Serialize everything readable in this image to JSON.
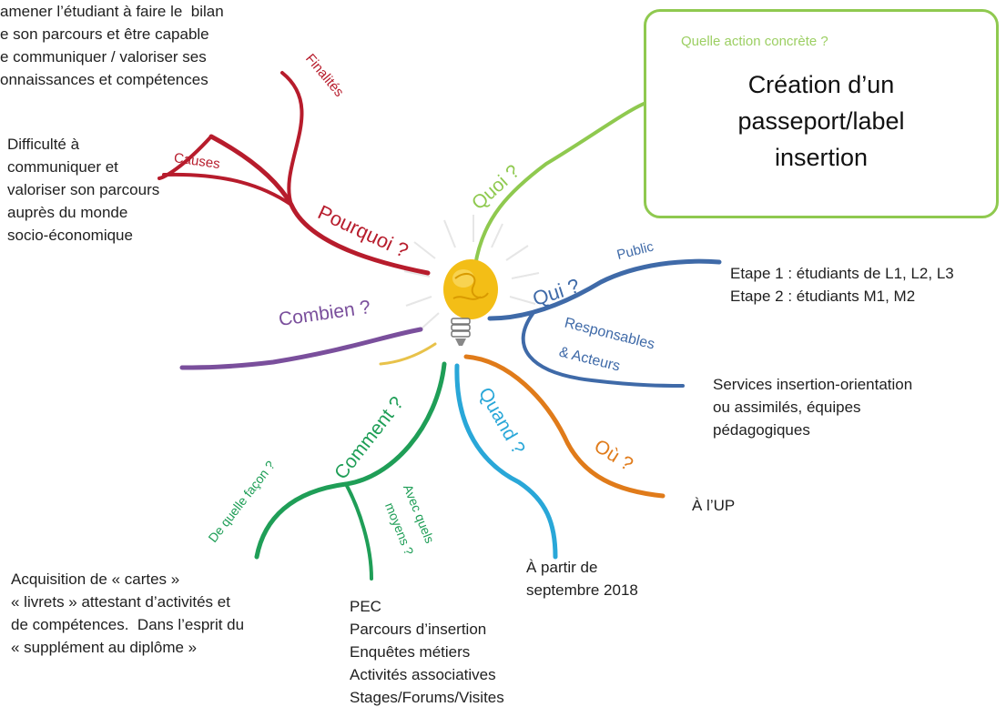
{
  "colors": {
    "pourquoi": "#b71c2c",
    "quoi": "#8fc94f",
    "qui": "#3f6aa8",
    "combien": "#7a4f9c",
    "comment": "#1f9e57",
    "quand": "#29a7d8",
    "ou": "#e07b1a"
  },
  "center_icon": "lightbulb-icon",
  "branches": {
    "pourquoi": {
      "label": "Pourquoi ?",
      "sub1": "Finalités",
      "sub2": "Causes"
    },
    "quoi": {
      "label": "Quoi ?"
    },
    "qui": {
      "label": "Qui ?",
      "sub1": "Public",
      "sub2a": "Responsables",
      "sub2b": "& Acteurs"
    },
    "combien": {
      "label": "Combien ?"
    },
    "comment": {
      "label": "Comment ?",
      "sub1": "De quelle façon ?",
      "sub2a": "Avec quels",
      "sub2b": "moyens ?"
    },
    "quand": {
      "label": "Quand ?"
    },
    "ou": {
      "label": "Où ?"
    }
  },
  "texts": {
    "finalites": "amener l’étudiant à faire le  bilan\ne son parcours et être capable\ne communiquer / valoriser ses\nonnaissances et compétences",
    "causes": "Difficulté à\ncommuniquer et\nvaloriser son parcours\nauprès du monde\nsocio-économique",
    "box_question": "Quelle action concrète ?",
    "box_answer": "Création d’un\npasseport/label\ninsertion",
    "public": "Etape 1 : étudiants de L1, L2, L3\nEtape 2 : étudiants M1, M2",
    "responsables": "Services insertion-orientation\nou assimilés, équipes\npédagogiques",
    "ou": "À l’UP",
    "quand": "À partir de\nseptembre 2018",
    "facon": "Acquisition de « cartes »\n« livrets » attestant d’activités et\nde compétences.  Dans l’esprit du\n« supplément au diplôme »",
    "moyens": "PEC\nParcours d’insertion\nEnquêtes métiers\nActivités associatives\nStages/Forums/Visites"
  }
}
